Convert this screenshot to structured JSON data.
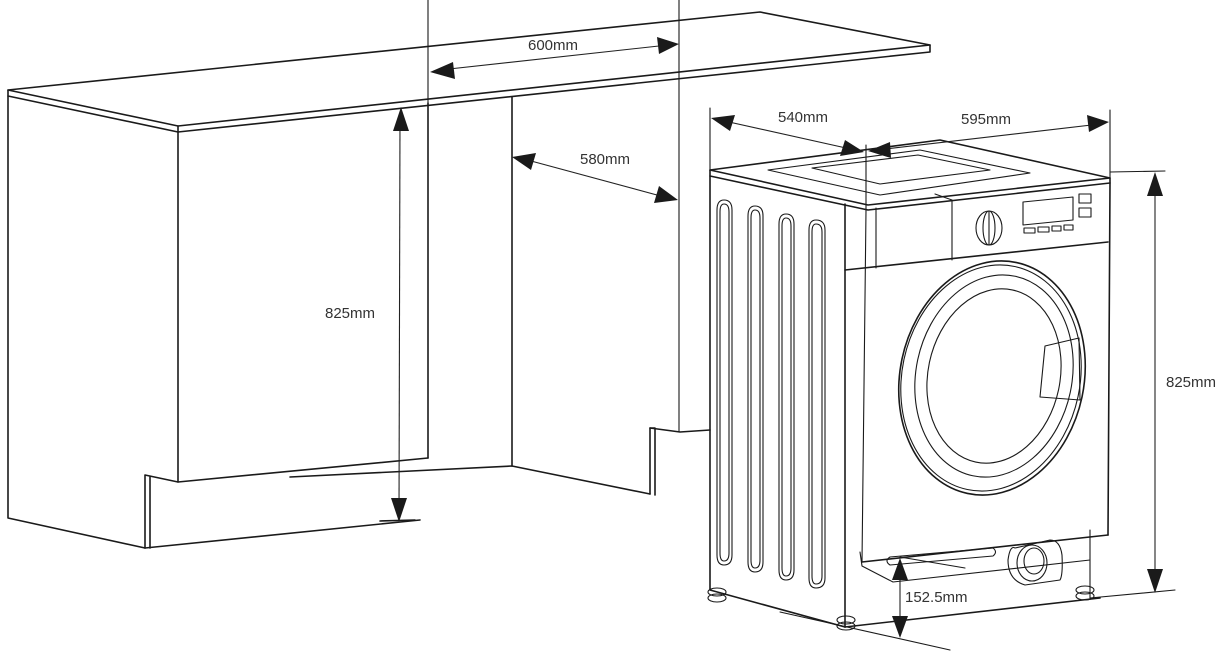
{
  "title": "Built-in washing machine installation dimensions",
  "colors": {
    "line": "#1a1a1a",
    "label": "#333333",
    "background": "#ffffff"
  },
  "cabinet": {
    "name": "Kitchen cabinet with appliance niche",
    "dimensions": {
      "niche_width": "600mm",
      "niche_depth": "580mm",
      "niche_height": "825mm"
    }
  },
  "appliance": {
    "name": "Integrated washing machine",
    "dimensions": {
      "depth": "540mm",
      "width": "595mm",
      "height": "825mm",
      "plinth_clearance": "152.5mm"
    },
    "features": [
      "control-panel-display",
      "program-knob",
      "detergent-drawer",
      "door-porthole",
      "pump-filter",
      "side-ribs",
      "adjustable-feet"
    ]
  }
}
